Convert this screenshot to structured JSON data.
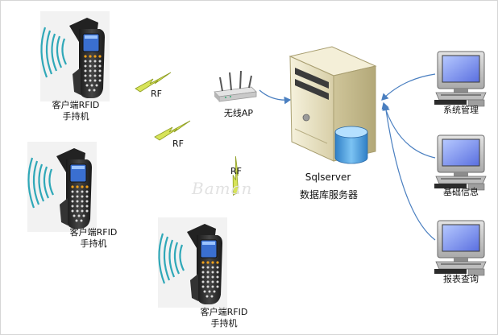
{
  "handhelds": [
    {
      "label_line1": "客户端RFID",
      "label_line2": "手持机"
    },
    {
      "label_line1": "客户端RFID",
      "label_line2": "手持机"
    },
    {
      "label_line1": "客户端RFID",
      "label_line2": "手持机"
    }
  ],
  "rf_links": [
    "RF",
    "RF",
    "RF"
  ],
  "access_point": {
    "label": "无线AP"
  },
  "server": {
    "name": "Sqlserver",
    "label": "数据库服务器"
  },
  "terminals": [
    {
      "label": "系统管理"
    },
    {
      "label": "基础信息"
    },
    {
      "label": "报表查询"
    }
  ],
  "watermark": "Baman",
  "colors": {
    "device_body": "#2a2a2a",
    "screen": "#3a6fd0",
    "waves": "#2fa8b8",
    "bolt": "#c8d84a",
    "arrow": "#4a7fc0",
    "server_body": "#e9e3c9",
    "db": "#4f9fdc"
  }
}
